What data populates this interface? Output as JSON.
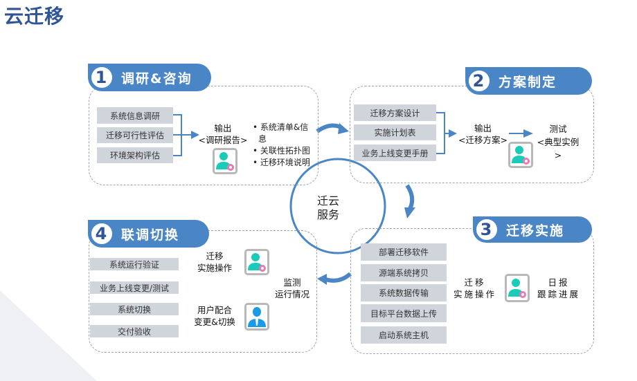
{
  "title": "云迁移",
  "center": {
    "line1": "迁云",
    "line2": "服务"
  },
  "phase1": {
    "number": "1",
    "title": "调研&咨询",
    "items": [
      "系统信息调研",
      "迁移可行性评估",
      "环境架构评估"
    ],
    "output_line1": "输出",
    "output_line2": "<调研报告>",
    "bullets": [
      "系统清单&信",
      "息",
      "关联性拓扑图",
      "迁移环境说明"
    ]
  },
  "phase2": {
    "number": "2",
    "title": "方案制定",
    "items": [
      "迁移方案设计",
      "实施计划表",
      "业务上线变更手册"
    ],
    "output_line1": "输出",
    "output_line2": "<迁移方案>",
    "test_line1": "测试",
    "test_line2": "<典型实例",
    "test_line3": ">"
  },
  "phase3": {
    "number": "3",
    "title": "迁移实施",
    "items": [
      "部署迁移软件",
      "源端系统拷贝",
      "系统数据传输",
      "目标平台数据上传",
      "启动系统主机"
    ],
    "op_line1": "迁移",
    "op_line2": "实施操作",
    "report_line1": "日报",
    "report_line2": "跟踪进展"
  },
  "phase4": {
    "number": "4",
    "title": "联调切换",
    "items": [
      "系统运行验证",
      "业务上线变更/测试",
      "系统切换",
      "交付验收"
    ],
    "op_line1": "迁移",
    "op_line2": "实施操作",
    "user_line1": "用户配合",
    "user_line2": "变更&切换",
    "monitor_line1": "监测",
    "monitor_line2": "运行情况"
  },
  "colors": {
    "accent": "#4a86c5",
    "dark": "#2f5597",
    "teal": "#19cbb8",
    "pink": "#e87bb4",
    "blue": "#1a9be8"
  }
}
